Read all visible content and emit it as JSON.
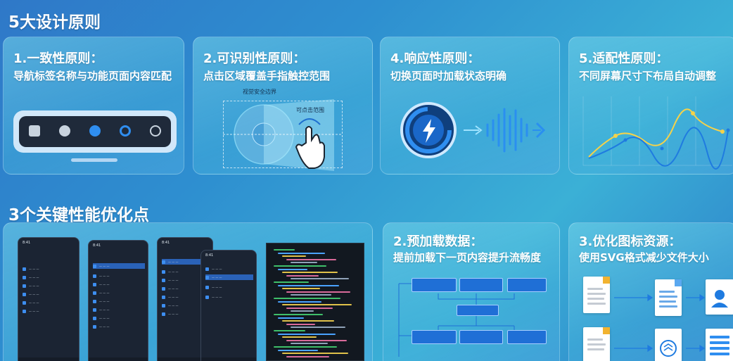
{
  "sections": {
    "top_title": "5大设计原则",
    "bottom_title": "3个关键性能优化点"
  },
  "principles": [
    {
      "title": "1.一致性原则：",
      "subtitle": "导航标签名称与功能页面内容匹配"
    },
    {
      "title": "2.可识别性原则：",
      "subtitle": "点击区域覆盖手指触控范围"
    },
    {
      "title": "4.响应性原则：",
      "subtitle": "切换页面时加载状态明确"
    },
    {
      "title": "5.适配性原则：",
      "subtitle": "不同屏幕尺寸下布局自动调整"
    }
  ],
  "card2": {
    "area_label": "视觉安全边界",
    "touch_label": "可点击范围"
  },
  "optimizations": [
    {
      "title": "2.预加载数据：",
      "subtitle": "提前加载下一页内容提升流畅度"
    },
    {
      "title": "3.优化图标资源：",
      "subtitle": "使用SVG格式减少文件大小"
    }
  ],
  "colors": {
    "accent": "#2f8ef0",
    "chart_yellow": "#f5d24a",
    "chart_blue": "#1f7be0"
  }
}
